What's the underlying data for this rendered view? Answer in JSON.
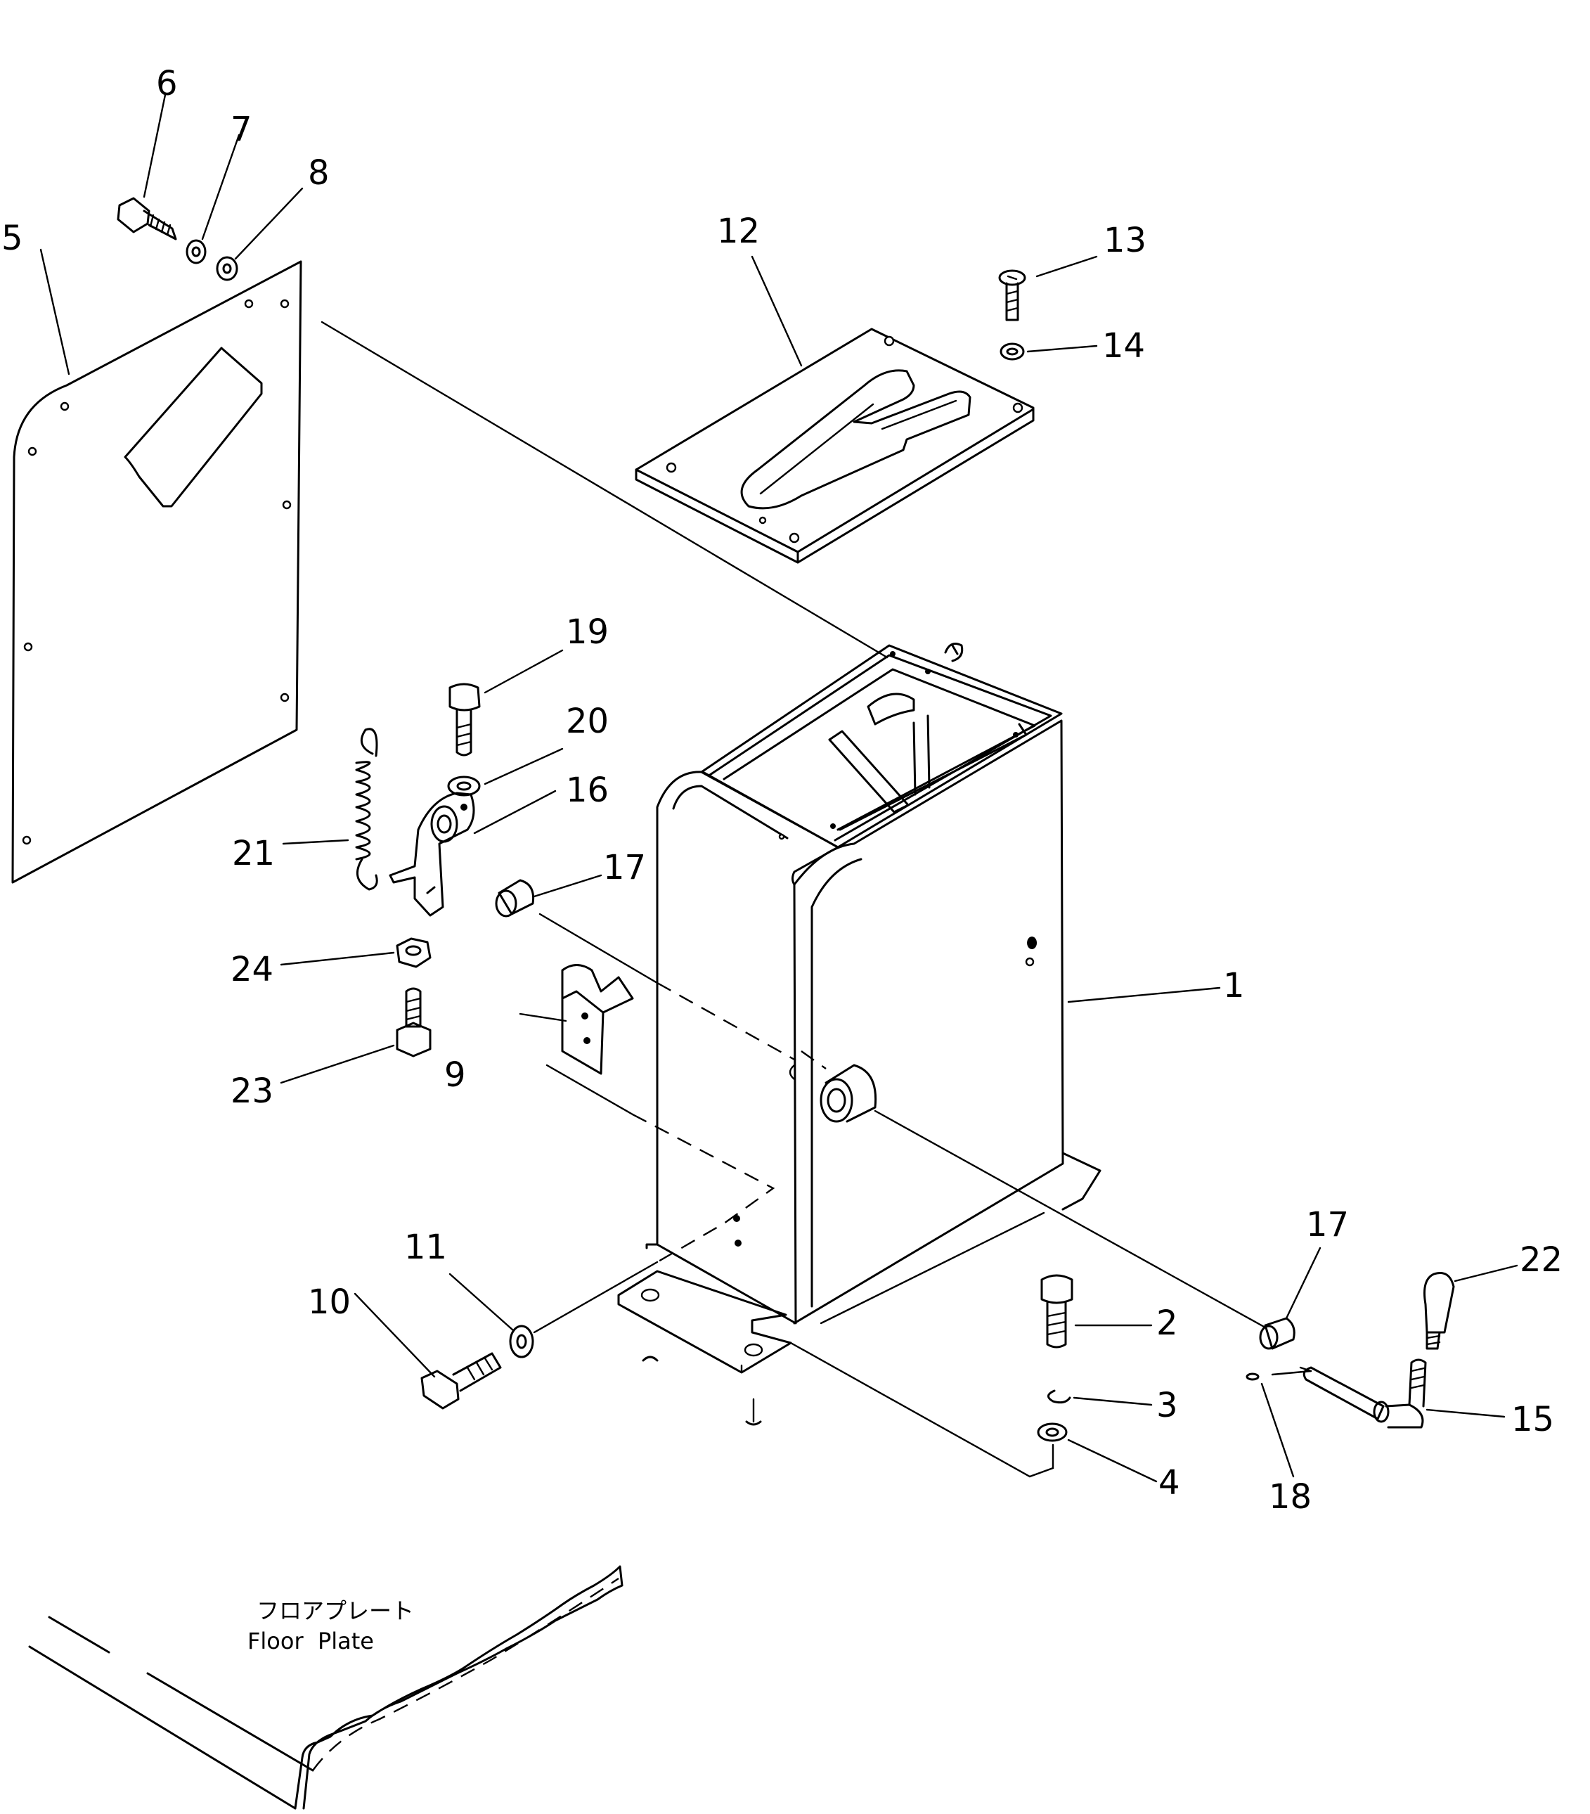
{
  "callouts": {
    "c1": "1",
    "c2": "2",
    "c3": "3",
    "c4": "4",
    "c5": "5",
    "c6": "6",
    "c7": "7",
    "c8": "8",
    "c9": "9",
    "c10": "10",
    "c11": "11",
    "c12": "12",
    "c13": "13",
    "c14": "14",
    "c15": "15",
    "c16": "16",
    "c17a": "17",
    "c17b": "17",
    "c18": "18",
    "c19": "19",
    "c20": "20",
    "c21": "21",
    "c22": "22",
    "c23": "23",
    "c24": "24"
  },
  "floor_plate": {
    "label_jp": "フロアプレート",
    "label_en": "Floor  Plate"
  }
}
